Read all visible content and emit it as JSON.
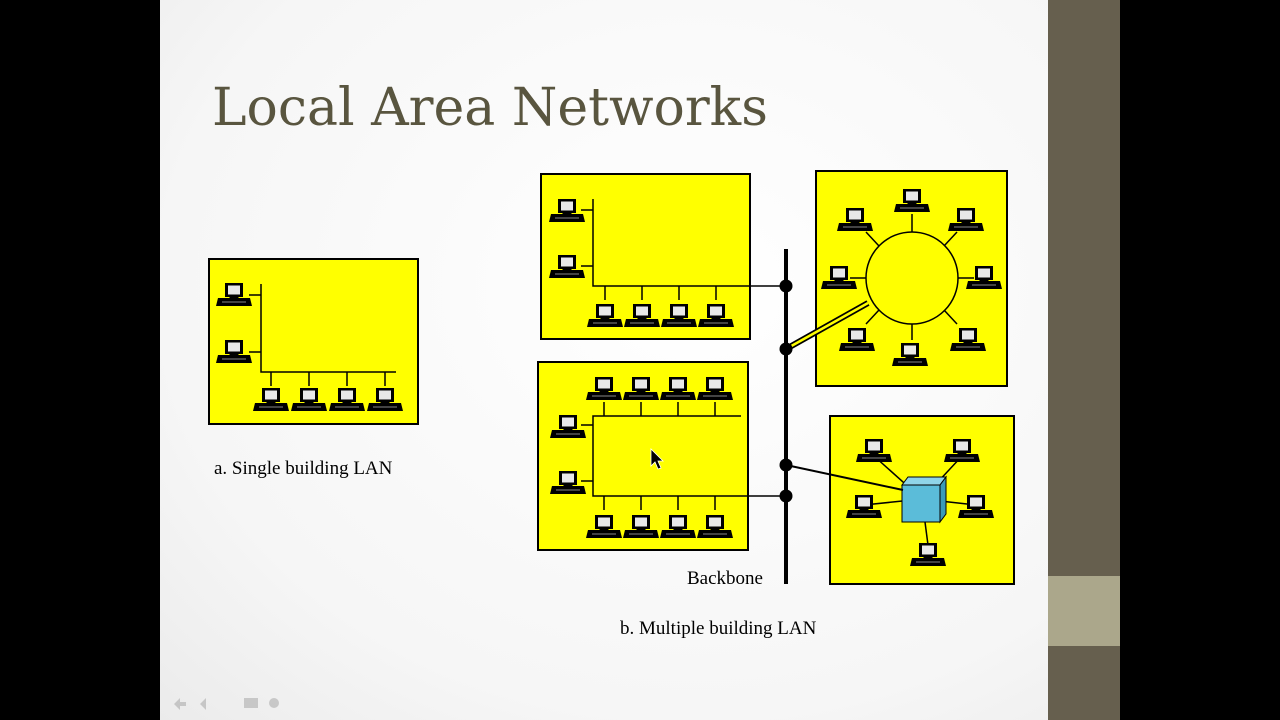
{
  "slide": {
    "title": "Local Area Networks"
  },
  "diagram": {
    "single_building_caption": "a. Single building LAN",
    "multiple_building_caption": "b. Multiple building LAN",
    "backbone_label": "Backbone",
    "panel_color": "#ffff00",
    "hub_color": "#5bbcd9",
    "icons": [
      "computer-icon",
      "hub-icon",
      "pointer-cursor-icon"
    ]
  },
  "theme": {
    "side_bar_color": "#665f4e",
    "side_accent_color": "#aba78b",
    "title_color": "#59553f"
  }
}
